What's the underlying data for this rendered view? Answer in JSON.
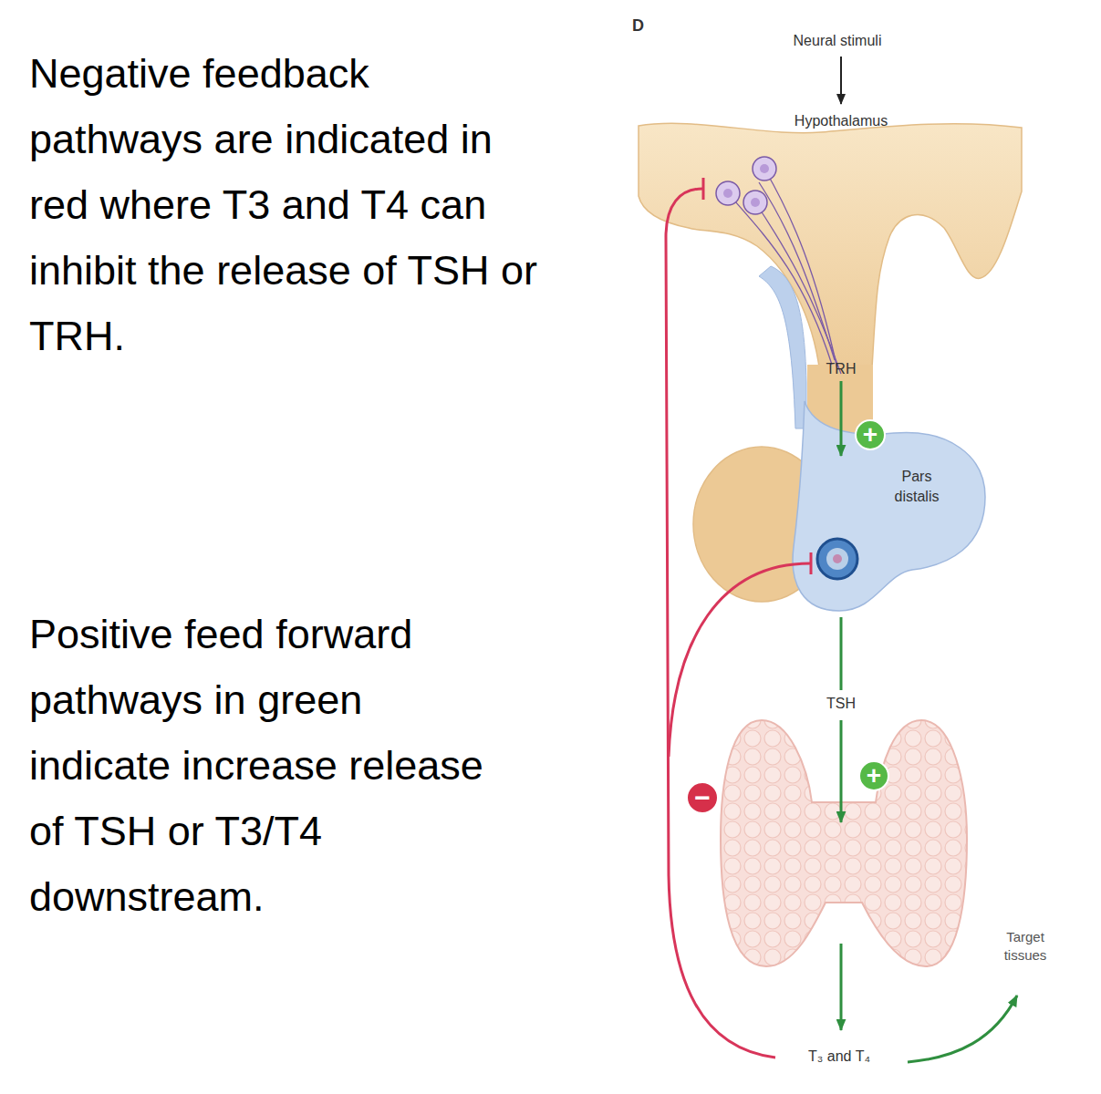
{
  "diagram": {
    "nodes": [
      {
        "text": [
          "Hypothalamus"
        ]
      },
      {
        "text": [
          "+"
        ]
      },
      {
        "text": [
          "Pars distalis"
        ]
      },
      {
        "text": [
          "+"
        ]
      },
      {
        "text": [
          "−"
        ]
      }
    ],
    "edges": [
      {
        "from": 0,
        "to": 2,
        "label": "TRH",
        "arrow": "to"
      }
    ],
    "labels": [
      "Negative feedback pathways are indicated in red where T3 and T4 can inhibit the release of TSH or TRH.",
      "Positive feed forward pathways in green indicate increase release of TSH or T3/T4 downstream.",
      "D",
      "Neural stimuli",
      "TSH",
      "T₃ and T₄",
      "Target tissues"
    ]
  }
}
